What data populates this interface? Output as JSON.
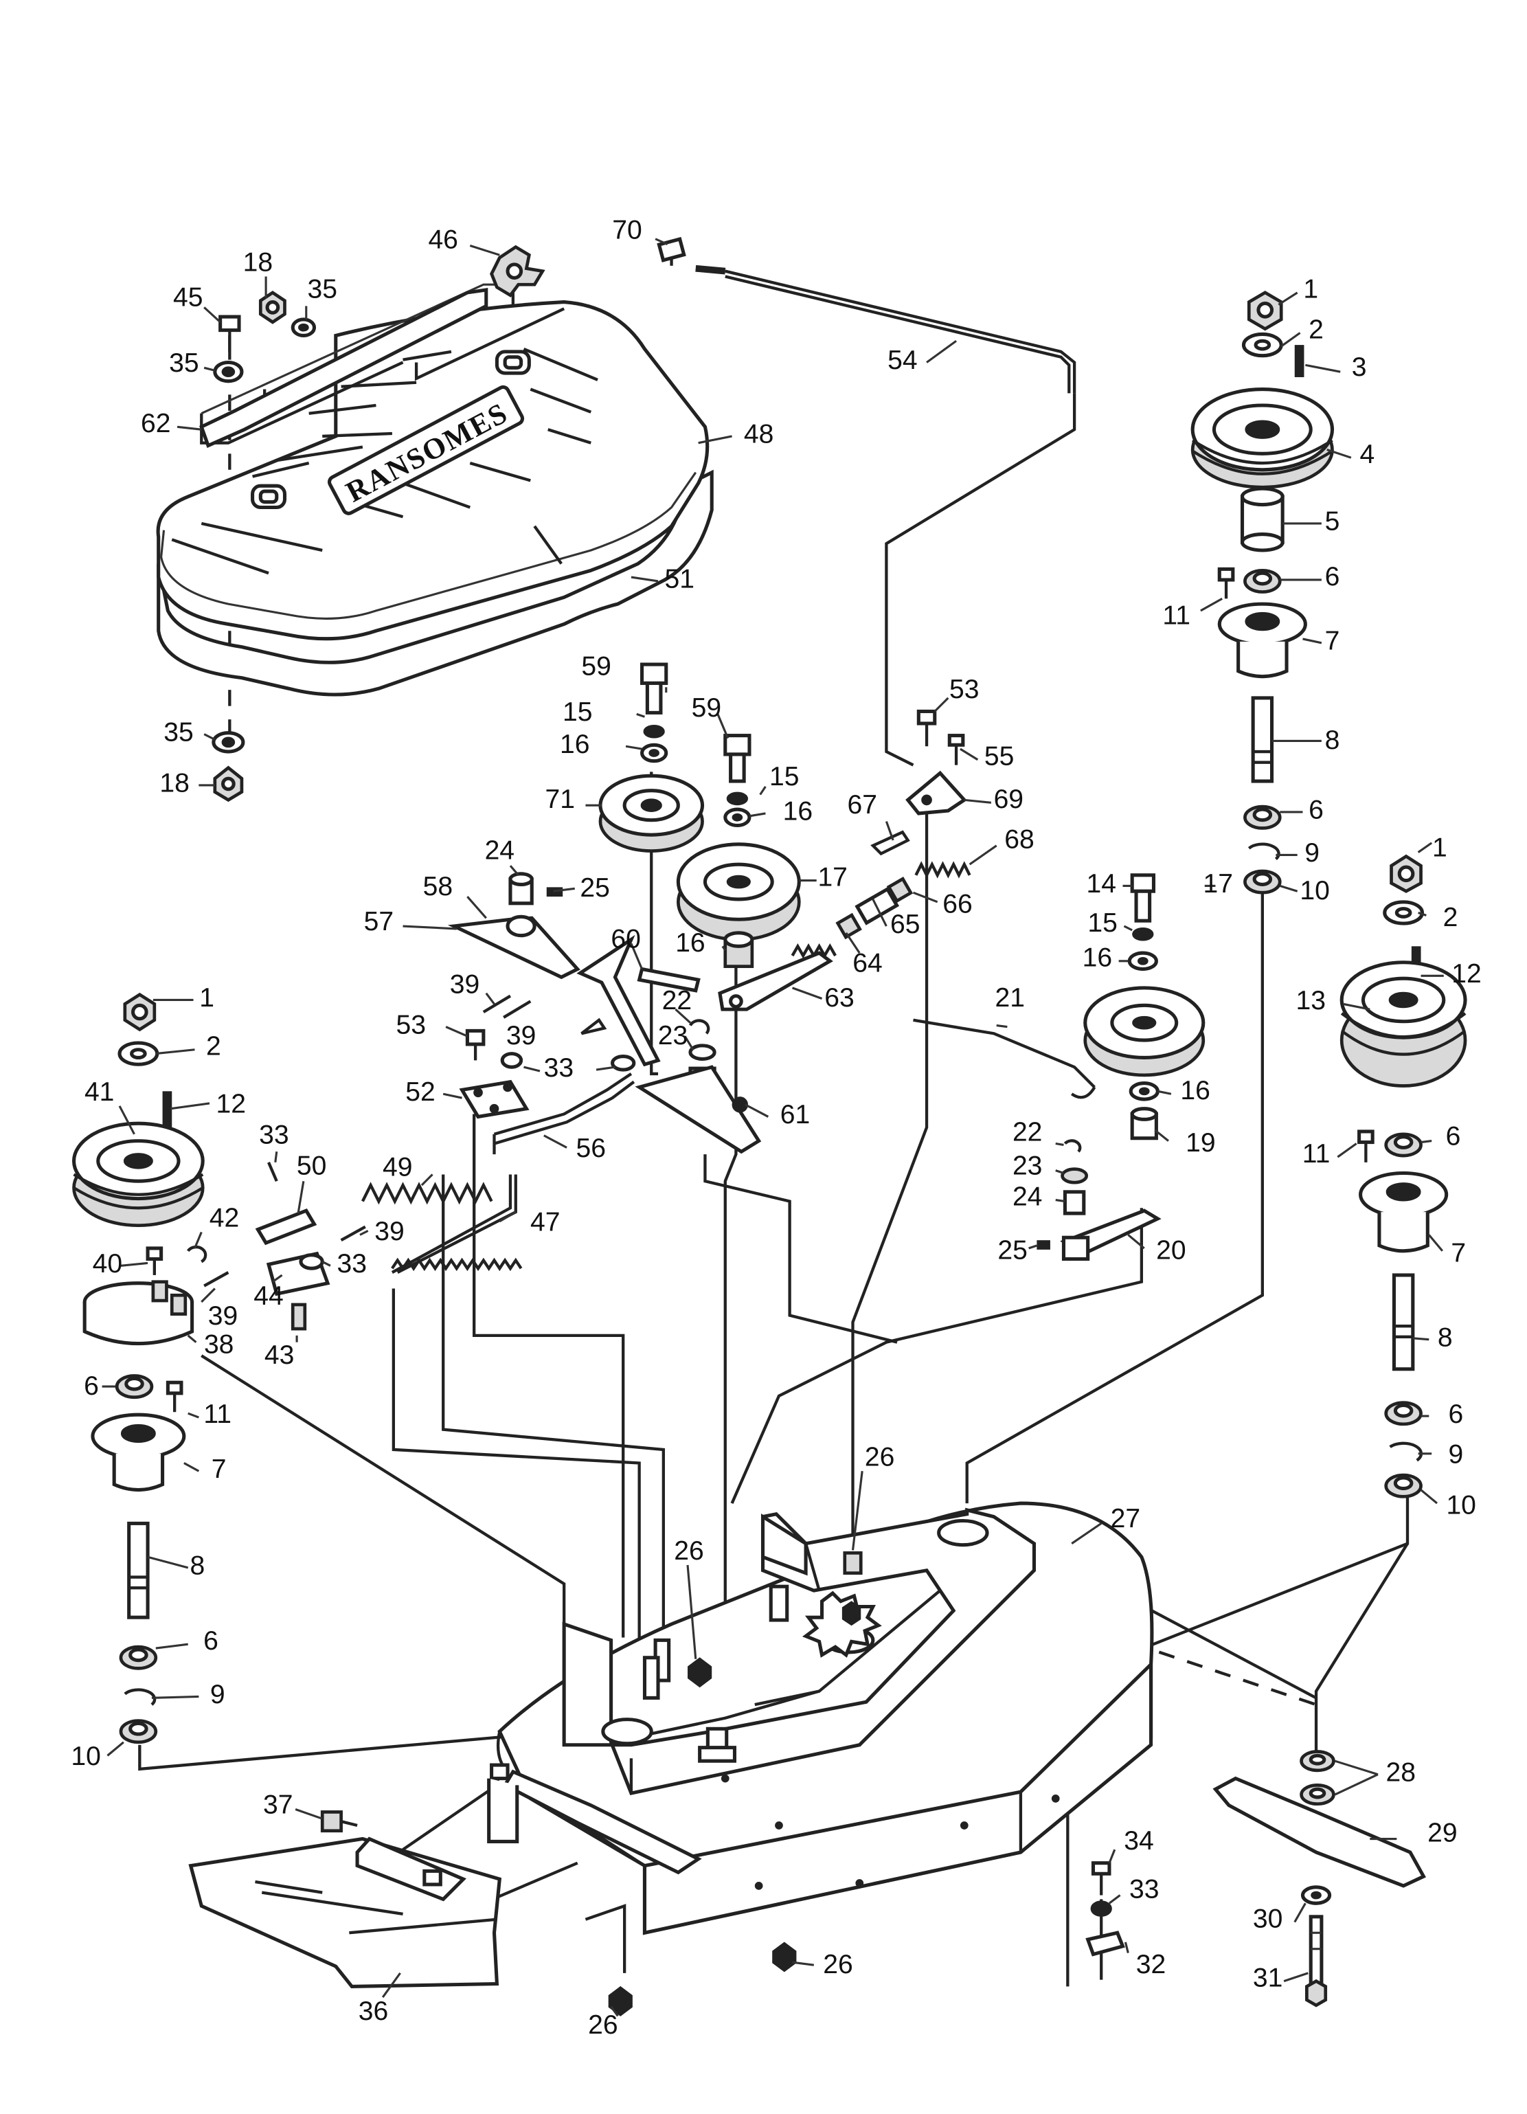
{
  "cover_brand": "RANSOMES",
  "callouts": [
    {
      "key": "70a",
      "text": "70"
    },
    {
      "key": "46a",
      "text": "46"
    },
    {
      "key": "18a",
      "text": "18"
    },
    {
      "key": "35a",
      "text": "35"
    },
    {
      "key": "45a",
      "text": "45"
    },
    {
      "key": "35b",
      "text": "35"
    },
    {
      "key": "62a",
      "text": "62"
    },
    {
      "key": "48a",
      "text": "48"
    },
    {
      "key": "51a",
      "text": "51"
    },
    {
      "key": "35c",
      "text": "35"
    },
    {
      "key": "18b",
      "text": "18"
    },
    {
      "key": "54a",
      "text": "54"
    },
    {
      "key": "1a",
      "text": "1"
    },
    {
      "key": "2a",
      "text": "2"
    },
    {
      "key": "3a",
      "text": "3"
    },
    {
      "key": "4a",
      "text": "4"
    },
    {
      "key": "5a",
      "text": "5"
    },
    {
      "key": "6a",
      "text": "6"
    },
    {
      "key": "11a",
      "text": "11"
    },
    {
      "key": "7a",
      "text": "7"
    },
    {
      "key": "8a",
      "text": "8"
    },
    {
      "key": "6b",
      "text": "6"
    },
    {
      "key": "9a",
      "text": "9"
    },
    {
      "key": "10a",
      "text": "10"
    },
    {
      "key": "59a",
      "text": "59"
    },
    {
      "key": "15a",
      "text": "15"
    },
    {
      "key": "16a",
      "text": "16"
    },
    {
      "key": "59b",
      "text": "59"
    },
    {
      "key": "15b",
      "text": "15"
    },
    {
      "key": "16b",
      "text": "16"
    },
    {
      "key": "71a",
      "text": "71"
    },
    {
      "key": "17a",
      "text": "17"
    },
    {
      "key": "53a",
      "text": "53"
    },
    {
      "key": "55a",
      "text": "55"
    },
    {
      "key": "69a",
      "text": "69"
    },
    {
      "key": "67a",
      "text": "67"
    },
    {
      "key": "68a",
      "text": "68"
    },
    {
      "key": "66a",
      "text": "66"
    },
    {
      "key": "65a",
      "text": "65"
    },
    {
      "key": "64a",
      "text": "64"
    },
    {
      "key": "63a",
      "text": "63"
    },
    {
      "key": "16c",
      "text": "16"
    },
    {
      "key": "24a",
      "text": "24"
    },
    {
      "key": "25a",
      "text": "25"
    },
    {
      "key": "58a",
      "text": "58"
    },
    {
      "key": "57a",
      "text": "57"
    },
    {
      "key": "60a",
      "text": "60"
    },
    {
      "key": "22a",
      "text": "22"
    },
    {
      "key": "23a",
      "text": "23"
    },
    {
      "key": "61a",
      "text": "61"
    },
    {
      "key": "39a",
      "text": "39"
    },
    {
      "key": "39b",
      "text": "39"
    },
    {
      "key": "53b",
      "text": "53"
    },
    {
      "key": "33a",
      "text": "33"
    },
    {
      "key": "52a",
      "text": "52"
    },
    {
      "key": "56a",
      "text": "56"
    },
    {
      "key": "14a",
      "text": "14"
    },
    {
      "key": "15c",
      "text": "15"
    },
    {
      "key": "16d",
      "text": "16"
    },
    {
      "key": "17b",
      "text": "17"
    },
    {
      "key": "16e",
      "text": "16"
    },
    {
      "key": "19a",
      "text": "19"
    },
    {
      "key": "21a",
      "text": "21"
    },
    {
      "key": "22b",
      "text": "22"
    },
    {
      "key": "23b",
      "text": "23"
    },
    {
      "key": "24b",
      "text": "24"
    },
    {
      "key": "25b",
      "text": "25"
    },
    {
      "key": "20a",
      "text": "20"
    },
    {
      "key": "1b",
      "text": "1"
    },
    {
      "key": "2b",
      "text": "2"
    },
    {
      "key": "12a",
      "text": "12"
    },
    {
      "key": "13a",
      "text": "13"
    },
    {
      "key": "11b",
      "text": "11"
    },
    {
      "key": "6c",
      "text": "6"
    },
    {
      "key": "7b",
      "text": "7"
    },
    {
      "key": "8b",
      "text": "8"
    },
    {
      "key": "6d",
      "text": "6"
    },
    {
      "key": "9b",
      "text": "9"
    },
    {
      "key": "10b",
      "text": "10"
    },
    {
      "key": "1c",
      "text": "1"
    },
    {
      "key": "2c",
      "text": "2"
    },
    {
      "key": "41a",
      "text": "41"
    },
    {
      "key": "12b",
      "text": "12"
    },
    {
      "key": "33b",
      "text": "33"
    },
    {
      "key": "50a",
      "text": "50"
    },
    {
      "key": "42a",
      "text": "42"
    },
    {
      "key": "49a",
      "text": "49"
    },
    {
      "key": "47a",
      "text": "47"
    },
    {
      "key": "39c",
      "text": "39"
    },
    {
      "key": "33c",
      "text": "33"
    },
    {
      "key": "40a",
      "text": "40"
    },
    {
      "key": "44a",
      "text": "44"
    },
    {
      "key": "39d",
      "text": "39"
    },
    {
      "key": "38a",
      "text": "38"
    },
    {
      "key": "43a",
      "text": "43"
    },
    {
      "key": "6e",
      "text": "6"
    },
    {
      "key": "11c",
      "text": "11"
    },
    {
      "key": "7c",
      "text": "7"
    },
    {
      "key": "8c",
      "text": "8"
    },
    {
      "key": "6f",
      "text": "6"
    },
    {
      "key": "9c",
      "text": "9"
    },
    {
      "key": "10c",
      "text": "10"
    },
    {
      "key": "26a",
      "text": "26"
    },
    {
      "key": "27a",
      "text": "27"
    },
    {
      "key": "26b",
      "text": "26"
    },
    {
      "key": "28a",
      "text": "28"
    },
    {
      "key": "29a",
      "text": "29"
    },
    {
      "key": "37a",
      "text": "37"
    },
    {
      "key": "34a",
      "text": "34"
    },
    {
      "key": "33d",
      "text": "33"
    },
    {
      "key": "30a",
      "text": "30"
    },
    {
      "key": "32a",
      "text": "32"
    },
    {
      "key": "31a",
      "text": "31"
    },
    {
      "key": "36a",
      "text": "36"
    },
    {
      "key": "26c",
      "text": "26"
    },
    {
      "key": "26d",
      "text": "26"
    }
  ]
}
